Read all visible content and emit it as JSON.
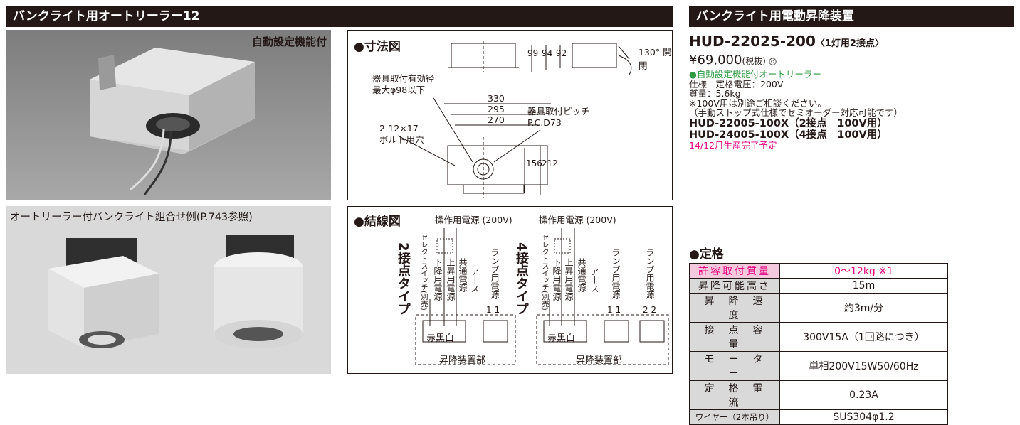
{
  "left_header": "バンクライト用オートリーラー12",
  "right_header": "バンクライト用電動昇降装置",
  "photo_badge": "自動設定機能付",
  "combo_caption": "オートリーラー付バンクライト組合せ例(P.743参照)",
  "dimension_panel": {
    "title": "●寸法図",
    "open_label": "130° 開閉",
    "h99": "99",
    "h94": "94",
    "h92": "92",
    "mount_hole_1": "器具取付有効径",
    "mount_hole_2": "最大φ98以下",
    "d330": "330",
    "d295": "295",
    "d270": "270",
    "pitch_1": "器具取付ピッチ",
    "pitch_2": "P.C.D73",
    "bolt_1": "2-12×17",
    "bolt_2": "ボルト用穴",
    "d156": "156",
    "d212": "212"
  },
  "wiring_panel": {
    "title": "●結線図",
    "power_label": "操作用電源 (200V)",
    "select_switch": "セレクトスイッチ(別売)",
    "type2": "2接点タイプ",
    "type4": "4接点タイプ",
    "down": "下降用電源",
    "up": "上昇用電源",
    "common": "共通電源",
    "earth": "アース",
    "lamp": "ランプ用電源",
    "mark1": "1 1",
    "mark2": "2 2",
    "terminals": "赤黒白",
    "unit": "昇降装置部"
  },
  "product": {
    "model": "HUD-22025-200",
    "model_note": "〈1灯用2接点〉",
    "price": "¥69,000",
    "tax": "(税抜)",
    "circle": "◎",
    "feature": "●自動設定機能付オートリーラー",
    "spec1": "仕様　定格電圧：200V",
    "spec2": "質量：5.6kg",
    "spec3": "※100V用は別途ご相談ください。",
    "spec4": "（手動ストップ式仕様でセミオーダー対応可能です）",
    "variant1": "HUD-22005-100X（2接点　100V用）",
    "variant2": "HUD-24005-100X（4接点　100V用）",
    "notice": "14/12月生産完了予定"
  },
  "rating": {
    "title": "●定格",
    "rows": [
      {
        "k": "許容取付質量",
        "v": "0〜12kg ※1"
      },
      {
        "k": "昇降可能高さ",
        "v": "15m"
      },
      {
        "k": "昇　降　速　度",
        "v": "約3m/分"
      },
      {
        "k": "接　点　容　量",
        "v": "300V15A（1回路につき）"
      },
      {
        "k": "モ　ー　タ　ー",
        "v": "単相200V15W50/60Hz"
      },
      {
        "k": "定　格　電　流",
        "v": "0.23A"
      },
      {
        "k": "ワイヤー（2本吊り）",
        "v": "SUS304φ1.2"
      }
    ]
  },
  "colors": {
    "dark": "#231815",
    "accent_pink": "#e4007f",
    "accent_green": "#2e9a43"
  }
}
